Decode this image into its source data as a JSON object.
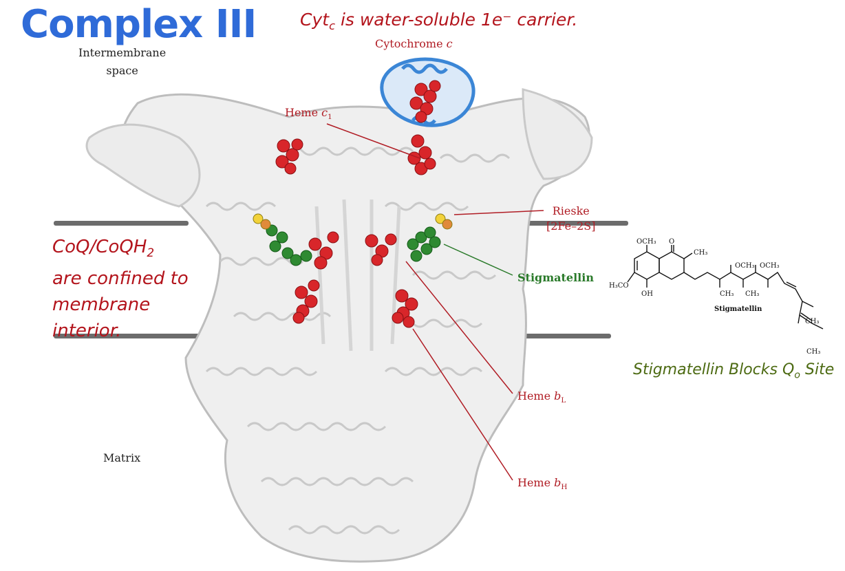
{
  "title": "Complex III",
  "top_note": {
    "pre": "Cyt",
    "sub": "c",
    "post": " is water-soluble 1e⁻ carrier."
  },
  "coq_note": {
    "line1_pre": "CoQ/CoQH",
    "line1_sub": "2",
    "line2": "are confined to",
    "line3": "membrane",
    "line4": "interior."
  },
  "stig_note": {
    "pre": "Stigmatellin Blocks Q",
    "sub": "o",
    "post": " Site"
  },
  "regions": {
    "ims_line1": "Intermembrane",
    "ims_line2": "space",
    "matrix": "Matrix"
  },
  "labels": {
    "cytochrome_c": {
      "pre": "Cytochrome ",
      "ital": "c"
    },
    "heme_c1": {
      "pre": "Heme ",
      "ital": "c",
      "sub": "1"
    },
    "rieske_1": "Rieske",
    "rieske_2": "[2Fe–2S]",
    "stigmatellin": "Stigmatellin",
    "heme_bL": {
      "pre": "Heme ",
      "ital": "b",
      "sub": "L"
    },
    "heme_bH": {
      "pre": "Heme ",
      "ital": "b",
      "sub": "H"
    }
  },
  "structure": {
    "och3_top": "OCH₃",
    "o_top": "O",
    "ch3_ring": "CH₃",
    "h3co": "H₃CO",
    "oh": "OH",
    "och3_a": "OCH₃",
    "och3_b": "OCH₃",
    "ch3_a": "CH₃",
    "ch3_b": "CH₃",
    "ch3_c": "CH₃",
    "ch3_d": "CH₃",
    "name": "Stigmatellin"
  },
  "colors": {
    "title": "#2f6bd8",
    "red_note": "#b3141c",
    "green_note": "#4c6a12",
    "heme_red": "#d8262a",
    "stigmatellin_green": "#2f8a32",
    "cytc_blue": "#3b86d6",
    "ribbon_gray": "#d2d2d2"
  }
}
